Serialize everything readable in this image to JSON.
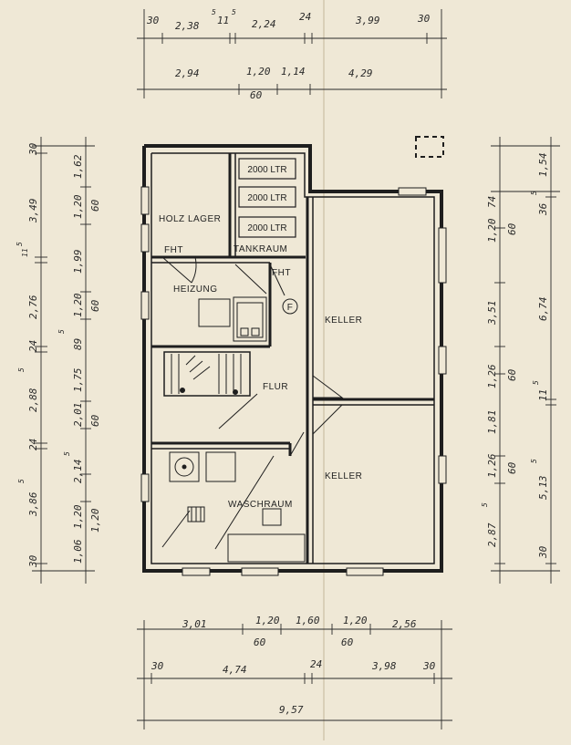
{
  "rooms": {
    "holzlager": "HOLZ LAGER",
    "tankraum": "TANKRAUM",
    "heizung": "HEIZUNG",
    "flur": "FLUR",
    "keller_top": "KELLER",
    "keller_bottom": "KELLER",
    "waschraum": "WASCHRAUM",
    "fht1": "FHT",
    "fht2": "FHT",
    "f_symbol": "F"
  },
  "tanks": [
    "2000 LTR",
    "2000 LTR",
    "2000 LTR"
  ],
  "top_dims": {
    "row1": [
      "30",
      "2,38",
      "5",
      "11",
      "5",
      "2,24",
      "24",
      "3,99",
      "30"
    ],
    "row2": [
      "2,94",
      "1,20",
      "1,14",
      "60",
      "4,29"
    ]
  },
  "bottom_dims": {
    "row1": [
      "3,01",
      "1,20",
      "60",
      "1,60",
      "1,20",
      "60",
      "2,56"
    ],
    "row2": [
      "30",
      "4,74",
      "24",
      "3,98",
      "30"
    ],
    "total": "9,57"
  },
  "left_dims": {
    "outer": [
      "30",
      "3,49",
      "11",
      "5",
      "2,76",
      "24",
      "2,88",
      "5",
      "24",
      "3,86",
      "5",
      "30"
    ],
    "inner": [
      "1,62",
      "1,20",
      "60",
      "1,99",
      "1,20",
      "60",
      "5",
      "89",
      "1,75",
      "2,01",
      "60",
      "2,14",
      "5",
      "1,20",
      "1,20",
      "1,06"
    ]
  },
  "right_dims": {
    "inner": [
      "1,20",
      "74",
      "60",
      "3,51",
      "1,26",
      "60",
      "1,81",
      "1,26",
      "60",
      "2,87",
      "5"
    ],
    "outer": [
      "1,54",
      "36",
      "5",
      "6,74",
      "11",
      "5",
      "5,13",
      "5",
      "30"
    ]
  },
  "colors": {
    "paper": "#efe8d6",
    "ink": "#1e1e1e"
  }
}
